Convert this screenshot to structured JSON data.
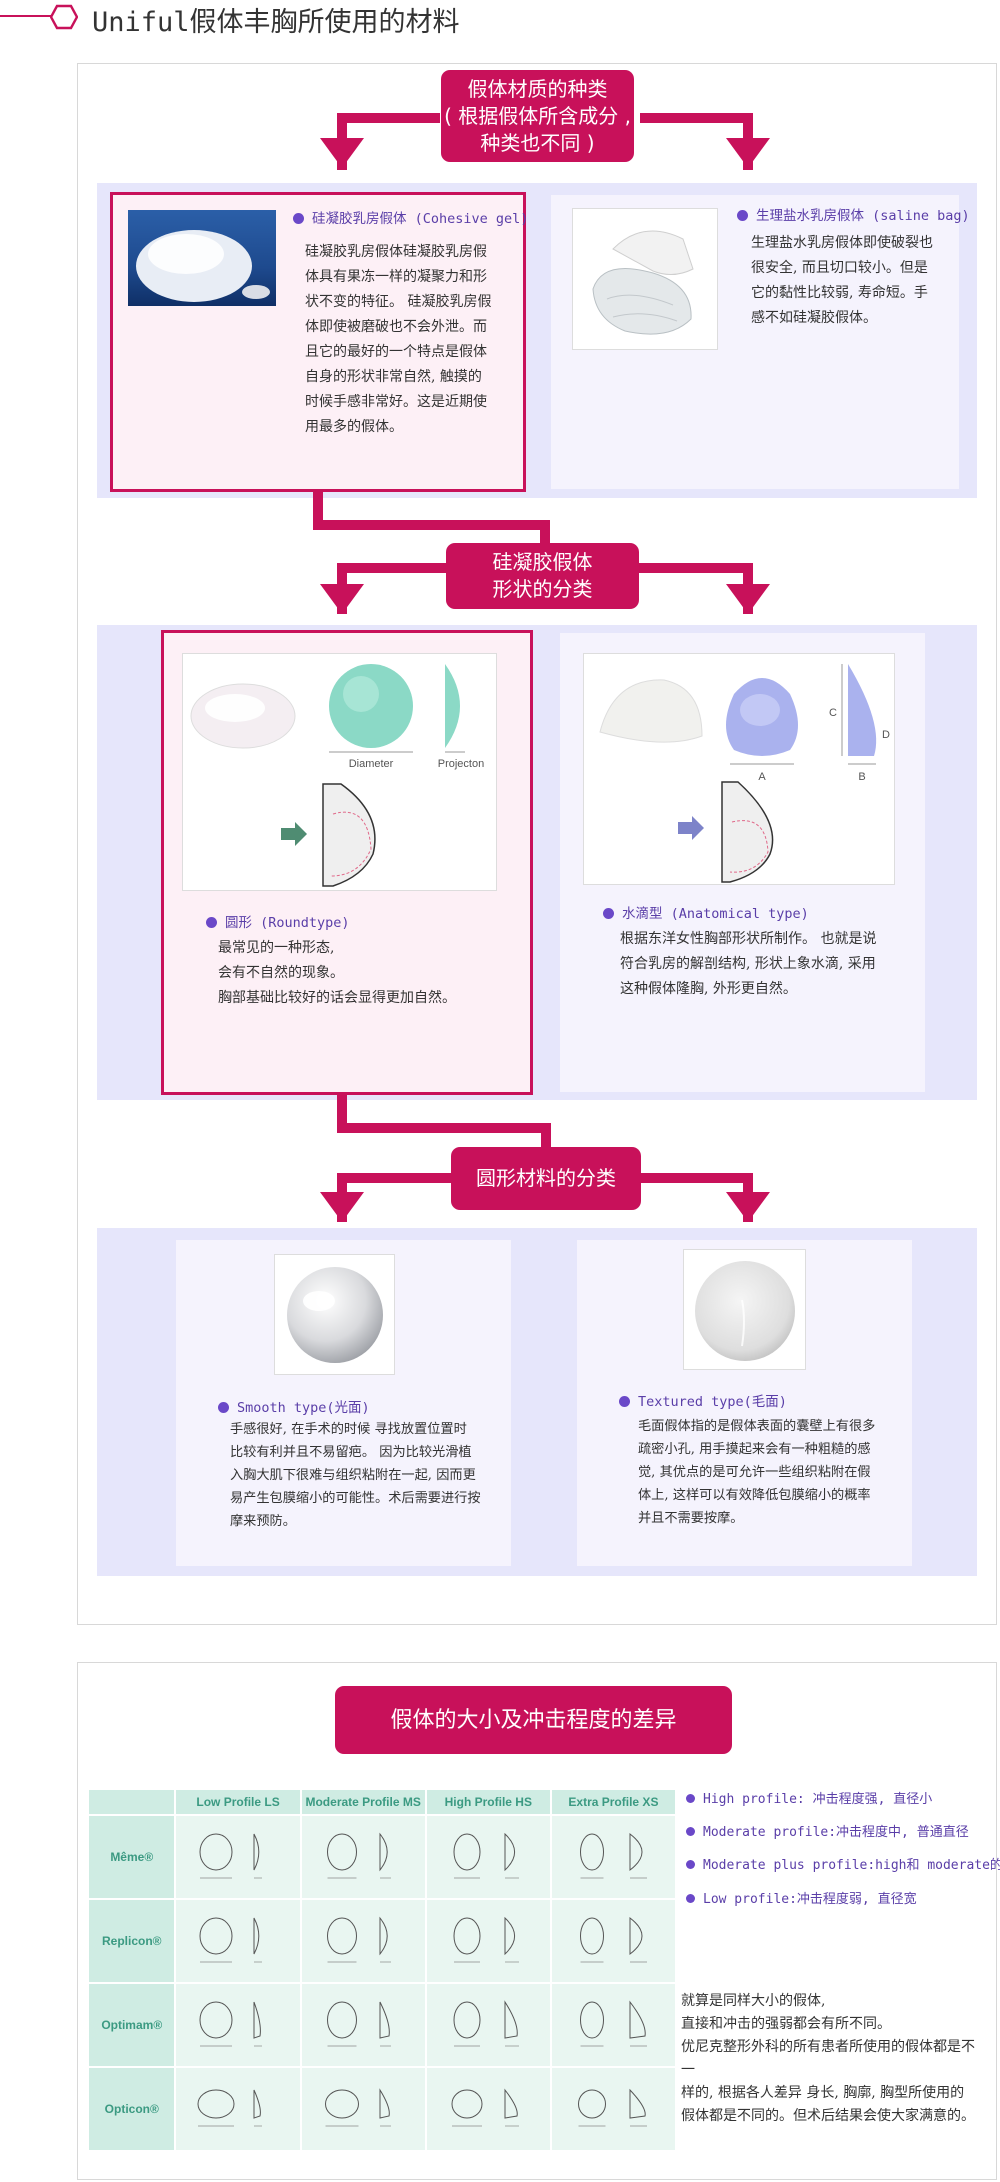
{
  "header": {
    "title": "Uniful假体丰胸所使用的材料"
  },
  "section1": {
    "pill_lines": [
      "假体材质的种类",
      "( 根据假体所含成分 ,",
      "种类也不同 )"
    ],
    "cohesive": {
      "title": "硅凝胶乳房假体 (Cohesive gel)",
      "body": [
        "硅凝胶乳房假体硅凝胶乳房假",
        "体具有果冻一样的凝聚力和形",
        "状不变的特征。 硅凝胶乳房假",
        "体即使被磨破也不会外泄。而",
        "且它的最好的一个特点是假体",
        "自身的形状非常自然, 触摸的",
        "时候手感非常好。这是近期使",
        "用最多的假体。"
      ]
    },
    "saline": {
      "title": "生理盐水乳房假体 (saline bag)",
      "body": [
        "生理盐水乳房假体即使破裂也",
        "很安全, 而且切口较小。但是",
        "它的黏性比较弱, 寿命短。手",
        "感不如硅凝胶假体。"
      ]
    }
  },
  "section2": {
    "pill_lines": [
      "硅凝胶假体",
      "形状的分类"
    ],
    "round": {
      "title": "圆形 (Roundtype)",
      "labels": {
        "diameter": "Diameter",
        "projection": "Projecton"
      },
      "body": [
        "最常见的一种形态,",
        "会有不自然的现象。",
        "胸部基础比较好的话会显得更加自然。"
      ]
    },
    "anatomical": {
      "title": "水滴型 (Anatomical type)",
      "labels": {
        "a": "A",
        "b": "B",
        "c": "C",
        "d": "D"
      },
      "body": [
        "根据东洋女性胸部形状所制作。 也就是说",
        "符合乳房的解剖结构, 形状上象水滴, 采用",
        "这种假体隆胸, 外形更自然。"
      ]
    }
  },
  "section3": {
    "pill_lines": [
      "圆形材料的分类"
    ],
    "smooth": {
      "title": "Smooth type(光面)",
      "body": [
        "手感很好, 在手术的时候 寻找放置位置时",
        "比较有利并且不易留疤。 因为比较光滑植",
        "入胸大肌下很难与组织粘附在一起, 因而更",
        "易产生包膜缩小的可能性。术后需要进行按",
        "摩来预防。"
      ]
    },
    "textured": {
      "title": "Textured type(毛面)",
      "body": [
        "毛面假体指的是假体表面的囊壁上有很多",
        "疏密小孔, 用手摸起来会有一种粗糙的感",
        "觉, 其优点的是可允许一些组织粘附在假",
        "体上, 这样可以有效降低包膜缩小的概率",
        "并且不需要按摩。"
      ]
    }
  },
  "section4": {
    "pill": "假体的大小及冲击程度的差异",
    "columns": [
      "Low Profile LS",
      "Moderate Profile MS",
      "High Profile HS",
      "Extra Profile XS"
    ],
    "rows": [
      "Même®",
      "Replicon®",
      "Optimam®",
      "Opticon®"
    ],
    "legend": [
      "High profile: 冲击程度强, 直径小",
      "Moderate profile:冲击程度中, 普通直径",
      "Moderate plus profile:high和 moderate的中间",
      "Low profile:冲击程度弱, 直径宽"
    ],
    "note": [
      "就算是同样大小的假体,",
      "直接和冲击的强弱都会有所不同。",
      "优尼克整形外科的所有患者所使用的假体都是不一",
      "样的, 根据各人差异 身长, 胸廓, 胸型所使用的",
      "假体都是不同的。但术后结果会使大家满意的。"
    ]
  },
  "colors": {
    "accent": "#c8115a",
    "band": "#e6e6fb",
    "card": "#f5f3fd",
    "highlight_card": "#fdf0f6",
    "title_purple": "#5a3ea8",
    "table_header": "#cfece3",
    "table_text": "#3b9a82"
  }
}
